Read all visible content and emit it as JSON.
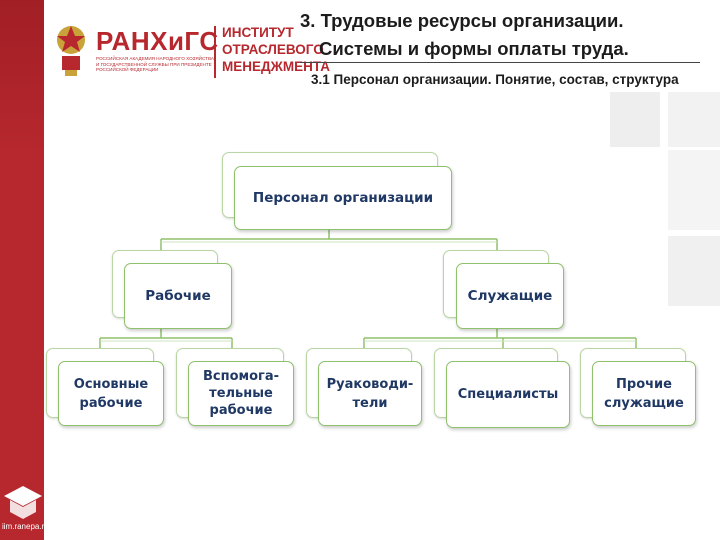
{
  "header": {
    "logo_name": "РАНХиГС",
    "logo_subtitle": "Российская академия народного хозяйства и государственной службы при Президенте Российской Федерации",
    "institute_line1": "ИНСТИТУТ",
    "institute_line2": "ОТРАСЛЕВОГО",
    "institute_line3": "МЕНЕДЖМЕНТА"
  },
  "title": {
    "line1": "3. Трудовые ресурсы организации.",
    "line2": "Системы и формы оплаты труда.",
    "subtitle": "3.1 Персонал организации. Понятие, состав, структура"
  },
  "diagram": {
    "root": "Персонал организации",
    "level1": [
      "Рабочие",
      "Служащие"
    ],
    "workers": [
      "Основные рабочие",
      "Вспомога-тельные рабочие"
    ],
    "employees": [
      "Руаководи-тели",
      "Специалисты",
      "Прочие служащие"
    ]
  },
  "footer": {
    "url": "iim.ranepa.ru"
  },
  "colors": {
    "brand": "#b7282e",
    "node_border": "#8fc06c",
    "node_text": "#1f3864",
    "connector": "#8fc06c"
  }
}
